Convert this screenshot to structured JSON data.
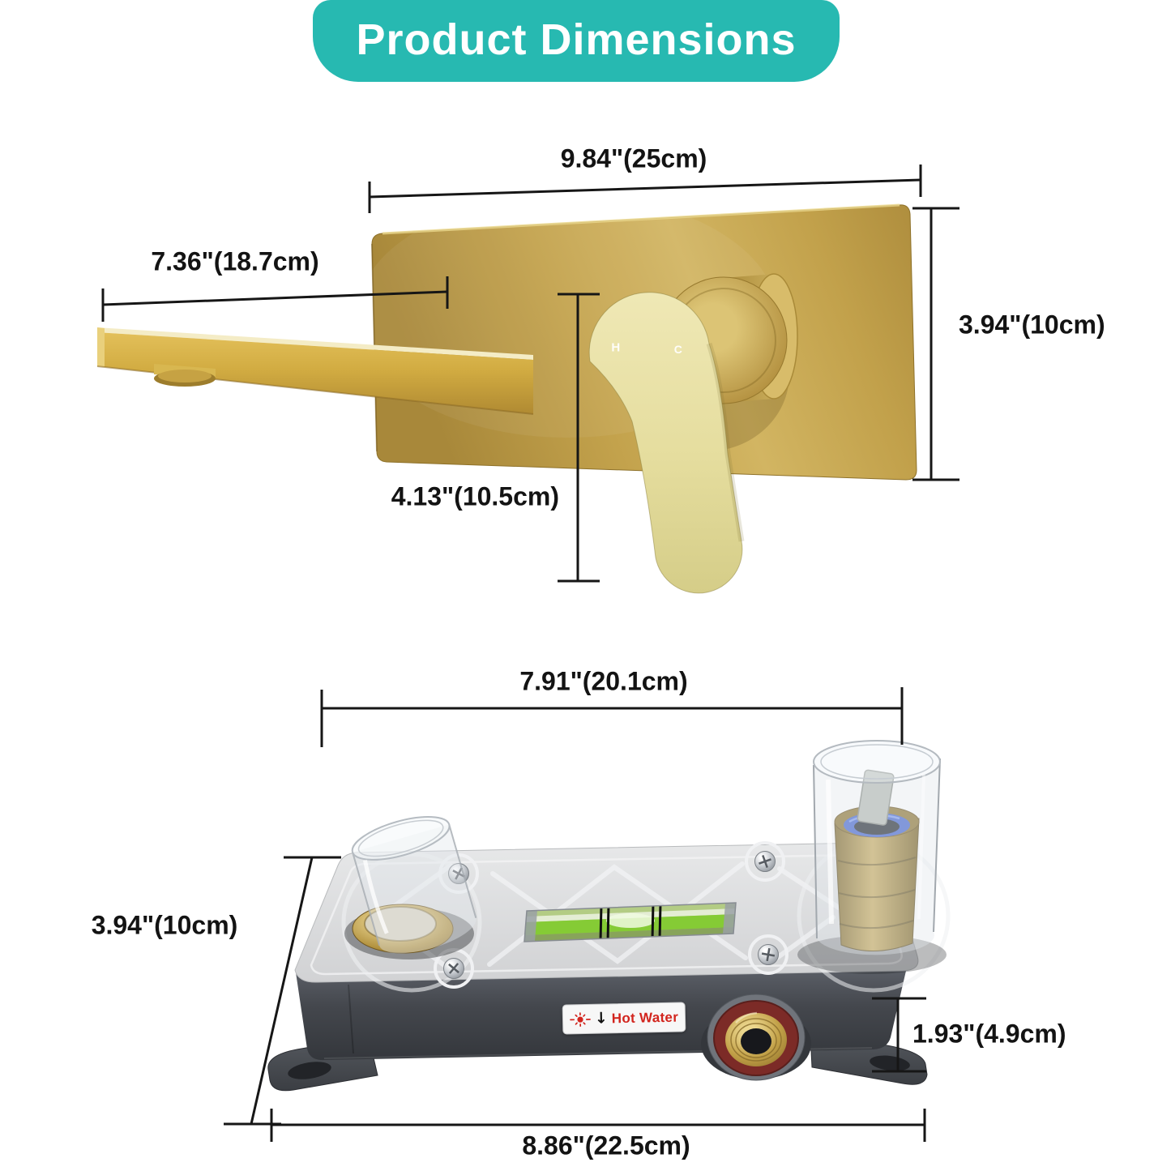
{
  "header": {
    "title": "Product Dimensions"
  },
  "icons": {
    "sun": "sun-icon",
    "down_arrow": "↓"
  },
  "faucet": {
    "hot_marker": "H",
    "cold_marker": "C",
    "dimensions": {
      "plate_width": "9.84\"(25cm)",
      "spout_reach": "7.36\"(18.7cm)",
      "plate_height": "3.94\"(10cm)",
      "handle_length": "4.13\"(10.5cm)"
    }
  },
  "valve": {
    "hot_water_label": "Hot Water",
    "dimensions": {
      "top_width": "7.91\"(20.1cm)",
      "box_height": "3.94\"(10cm)",
      "inlet_offset": "1.93\"(4.9cm)",
      "base_width": "8.86\"(22.5cm)"
    }
  },
  "colors": {
    "banner_teal": "#27b9b1",
    "faucet_gold": "#c9a84e",
    "handle_gold": "#e7e0a4",
    "box_gray": "#44474d",
    "brass": "#c2a249",
    "level_green": "#85cb35",
    "hot_red": "#d2241d",
    "cartridge_blue": "#4465cf",
    "inlet_maroon": "#7c2b27"
  }
}
